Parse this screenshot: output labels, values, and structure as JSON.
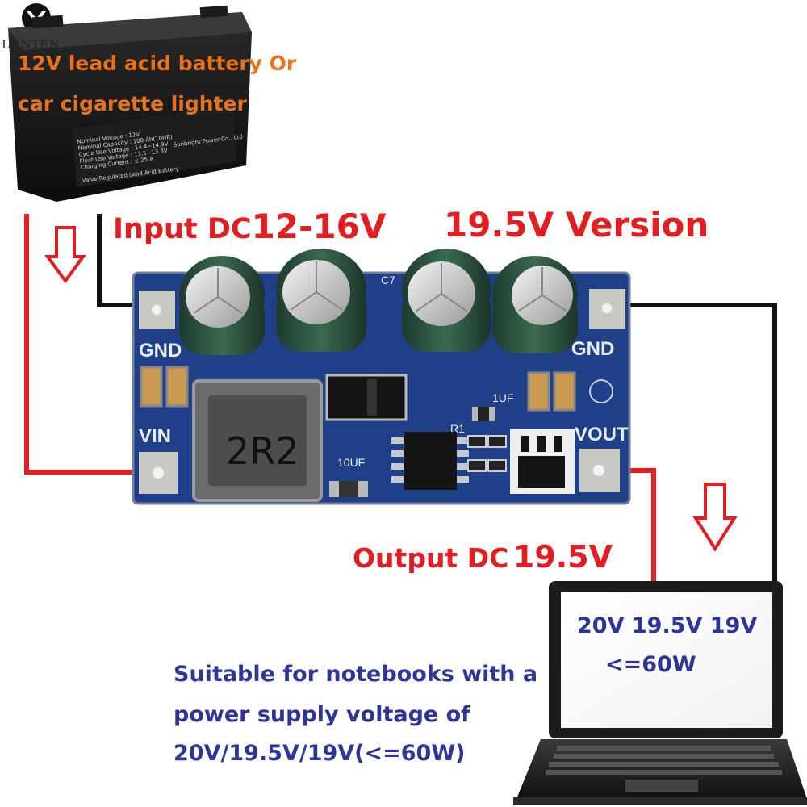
{
  "brand": {
    "logo_text": "LONTEN"
  },
  "battery": {
    "label_line1": "12V lead acid battery Or",
    "label_line2": "car cigarette lighter",
    "sticker_lines": [
      "Nominal Voltage : 12V",
      "Nominal Capacity : 100 Ah(10HR)",
      "Cycle Use Voltage : 14.4~14.9V",
      "Float Use Voltage : 13.5~13.8V",
      "Charging Current : ≤ 25 A",
      "Valve Regulated Lead Acid Battery"
    ],
    "maker": "Sunbright Power Co., Ltd"
  },
  "input": {
    "label": "Input DC",
    "range": "12-16V"
  },
  "version": {
    "label": "19.5V Version"
  },
  "board": {
    "pin_left_top": "GND",
    "pin_right_top": "GND",
    "pin_left_bottom": "VIN",
    "pin_right_bottom": "VOUT",
    "inductor_marking": "2R2",
    "silk_c7": "C7",
    "silk_1uf": "1UF",
    "silk_r1": "R1",
    "silk_10uf": "10UF"
  },
  "output": {
    "label": "Output DC",
    "value": "19.5V"
  },
  "laptop": {
    "screen_line1": "20V 19.5V 19V",
    "screen_line2": "<=60W"
  },
  "note": {
    "line1": "Suitable for notebooks with a",
    "line2": "power supply voltage of",
    "line3": "20V/19.5V/19V(<=60W)"
  },
  "colors": {
    "accent_red": "#e21e23",
    "label_orange": "#e8731e",
    "text_blue": "#2f3596",
    "pcb_blue": "#1f3f88",
    "capacitor_green": "#2f5a45"
  }
}
